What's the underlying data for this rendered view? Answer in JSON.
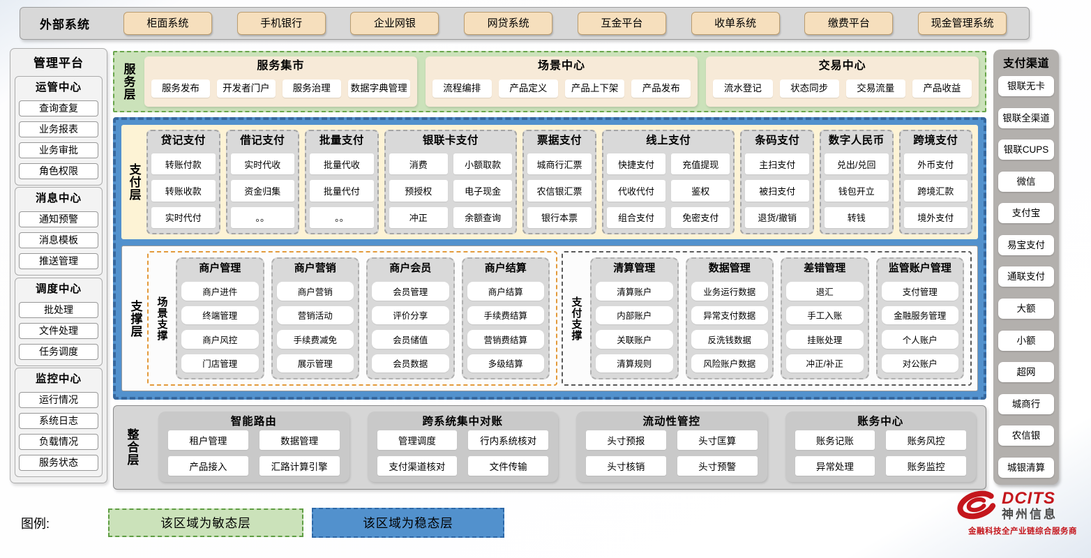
{
  "external_systems": {
    "label": "外部系统",
    "items": [
      "柜面系统",
      "手机银行",
      "企业网银",
      "网贷系统",
      "互金平台",
      "收单系统",
      "缴费平台",
      "现金管理系统"
    ]
  },
  "management_platform": {
    "title": "管理平台",
    "groups": [
      {
        "title": "运管中心",
        "items": [
          "查询查复",
          "业务报表",
          "业务审批",
          "角色权限"
        ]
      },
      {
        "title": "消息中心",
        "items": [
          "通知预警",
          "消息模板",
          "推送管理"
        ]
      },
      {
        "title": "调度中心",
        "items": [
          "批处理",
          "文件处理",
          "任务调度"
        ]
      },
      {
        "title": "监控中心",
        "items": [
          "运行情况",
          "系统日志",
          "负载情况",
          "服务状态"
        ]
      }
    ]
  },
  "service_layer": {
    "label": "服务层",
    "panels": [
      {
        "title": "服务集市",
        "items": [
          "服务发布",
          "开发者门户",
          "服务治理",
          "数据字典管理"
        ]
      },
      {
        "title": "场景中心",
        "items": [
          "流程编排",
          "产品定义",
          "产品上下架",
          "产品发布"
        ]
      },
      {
        "title": "交易中心",
        "items": [
          "流水登记",
          "状态同步",
          "交易流量",
          "产品收益"
        ]
      }
    ]
  },
  "payment_layer": {
    "label": "支付层",
    "columns": [
      {
        "title": "贷记支付",
        "cols": "1",
        "items": [
          "转账付款",
          "转账收款",
          "实时代付"
        ]
      },
      {
        "title": "借记支付",
        "cols": "1",
        "items": [
          "实时代收",
          "资金归集",
          "。。"
        ]
      },
      {
        "title": "批量支付",
        "cols": "1",
        "items": [
          "批量代收",
          "批量代付",
          "。。"
        ]
      },
      {
        "title": "银联卡支付",
        "cols": "2",
        "items": [
          "消费",
          "小额取款",
          "预授权",
          "电子现金",
          "冲正",
          "余额查询"
        ]
      },
      {
        "title": "票据支付",
        "cols": "1",
        "items": [
          "城商行汇票",
          "农信银汇票",
          "银行本票"
        ]
      },
      {
        "title": "线上支付",
        "cols": "2",
        "items": [
          "快捷支付",
          "充值提现",
          "代收代付",
          "鉴权",
          "组合支付",
          "免密支付"
        ]
      },
      {
        "title": "条码支付",
        "cols": "1",
        "items": [
          "主扫支付",
          "被扫支付",
          "退货/撤销"
        ]
      },
      {
        "title": "数字人民币",
        "cols": "1",
        "items": [
          "兑出/兑回",
          "钱包开立",
          "转钱"
        ]
      },
      {
        "title": "跨境支付",
        "cols": "1",
        "items": [
          "外币支付",
          "跨境汇款",
          "境外支付"
        ]
      }
    ]
  },
  "support_layer": {
    "label": "支撑层",
    "sections": [
      {
        "label": "场景支撑",
        "theme": "orange",
        "columns": [
          {
            "title": "商户管理",
            "items": [
              "商户进件",
              "终端管理",
              "商户风控",
              "门店管理"
            ]
          },
          {
            "title": "商户营销",
            "items": [
              "商户营销",
              "营销活动",
              "手续费减免",
              "展示管理"
            ]
          },
          {
            "title": "商户会员",
            "items": [
              "会员管理",
              "评价分享",
              "会员储值",
              "会员数据"
            ]
          },
          {
            "title": "商户结算",
            "items": [
              "商户结算",
              "手续费结算",
              "营销费结算",
              "多级结算"
            ]
          }
        ]
      },
      {
        "label": "支付支撑",
        "theme": "gray",
        "columns": [
          {
            "title": "清算管理",
            "items": [
              "清算账户",
              "内部账户",
              "关联账户",
              "清算规则"
            ]
          },
          {
            "title": "数据管理",
            "items": [
              "业务运行数据",
              "异常支付数据",
              "反洗钱数据",
              "风险账户数据"
            ]
          },
          {
            "title": "差错管理",
            "items": [
              "退汇",
              "手工入账",
              "挂账处理",
              "冲正/补正"
            ]
          },
          {
            "title": "监管账户管理",
            "items": [
              "支付管理",
              "金融服务管理",
              "个人账户",
              "对公账户"
            ]
          }
        ]
      }
    ]
  },
  "integration_layer": {
    "label": "整合层",
    "panels": [
      {
        "title": "智能路由",
        "items": [
          "租户管理",
          "数据管理",
          "产品接入",
          "汇路计算引擎"
        ]
      },
      {
        "title": "跨系统集中对账",
        "items": [
          "管理调度",
          "行内系统核对",
          "支付渠道核对",
          "文件传输"
        ]
      },
      {
        "title": "流动性管控",
        "items": [
          "头寸预报",
          "头寸匡算",
          "头寸核销",
          "头寸预警"
        ]
      },
      {
        "title": "账务中心",
        "items": [
          "账务记账",
          "账务风控",
          "异常处理",
          "账务监控"
        ]
      }
    ]
  },
  "payment_channels": {
    "title": "支付渠道",
    "items": [
      "银联无卡",
      "银联全渠道",
      "银联CUPS",
      "微信",
      "支付宝",
      "易宝支付",
      "通联支付",
      "大额",
      "小额",
      "超网",
      "城商行",
      "农信银",
      "城银清算"
    ]
  },
  "legend": {
    "label": "图例:",
    "agile": "该区域为敏态层",
    "stable": "该区域为稳态层"
  },
  "logo": {
    "brand": "DCITS",
    "company": "神州信息",
    "tagline": "金融科技全产业链综合服务商"
  },
  "colors": {
    "agile_green": "#cbe2ba",
    "stable_blue": "#5291cd",
    "panel_tan": "#f6dfbd",
    "brand_red": "#c4161c"
  }
}
